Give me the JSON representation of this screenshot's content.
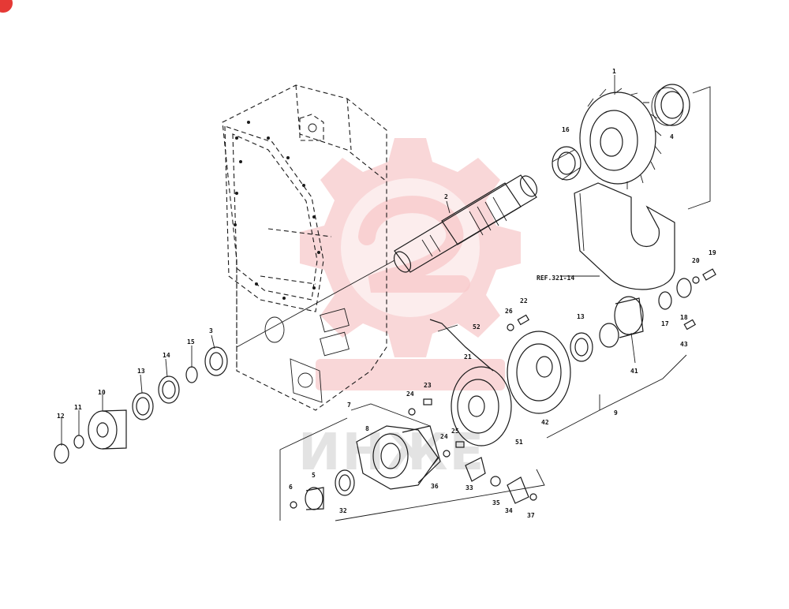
{
  "labels": {
    "l1": "1",
    "l2": "2",
    "l3": "3",
    "l4": "4",
    "l5": "5",
    "l6": "6",
    "l7": "7",
    "l8": "8",
    "l9": "9",
    "l10": "10",
    "l11": "11",
    "l12": "12",
    "l13a": "13",
    "l13b": "13",
    "l14": "14",
    "l15": "15",
    "l16": "16",
    "l17": "17",
    "l18": "18",
    "l19": "19",
    "l20": "20",
    "l21": "21",
    "l22": "22",
    "l23": "23",
    "l24a": "24",
    "l24b": "24",
    "l25": "25",
    "l26": "26",
    "l32": "32",
    "l33": "33",
    "l34": "34",
    "l35": "35",
    "l36": "36",
    "l37": "37",
    "l41": "41",
    "l42": "42",
    "l43": "43",
    "l51": "51",
    "l52": "52"
  },
  "reference_label": "REF.321-14",
  "watermark_text": "ИНЖЕ",
  "colors": {
    "line": "#1a1a1a",
    "watermark": "#f7c9cb",
    "badge": "#e53935"
  }
}
